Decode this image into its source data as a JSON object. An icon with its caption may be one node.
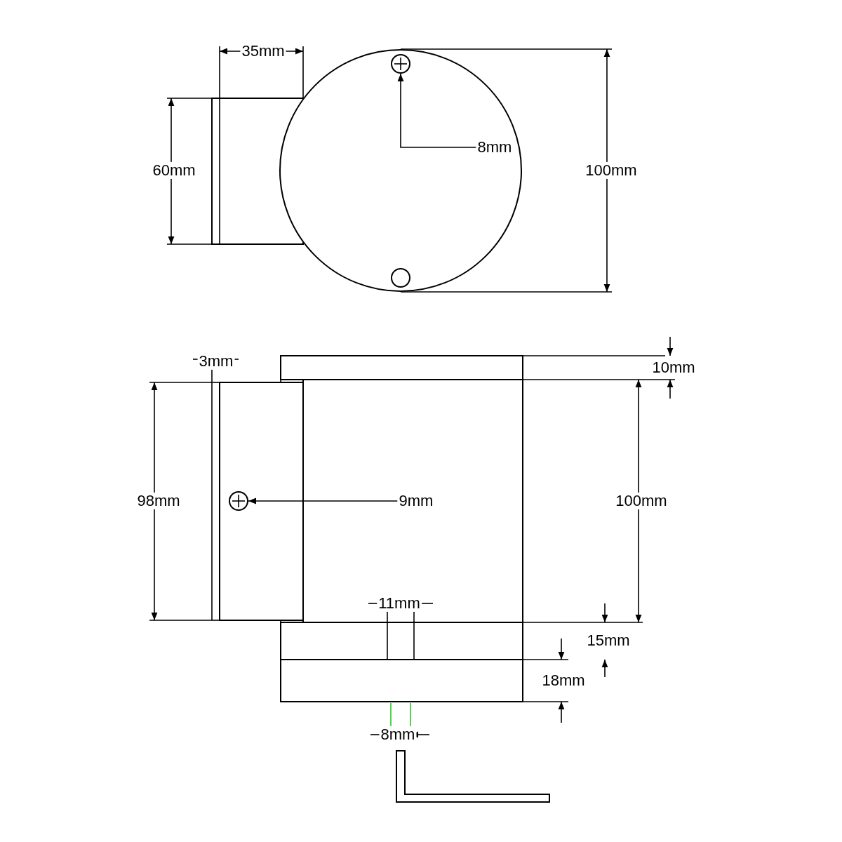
{
  "diagram": {
    "nodes": [
      {
        "text": [
          "8mm"
        ]
      },
      {
        "text": [],
        "shape": "circle"
      },
      {
        "text": [
          "9mm"
        ]
      },
      {
        "text": [],
        "shape": "circle"
      }
    ],
    "edges": [
      {
        "from": 0,
        "to": 1,
        "arrow": "to"
      },
      {
        "from": 2,
        "to": 3,
        "arrow": "to"
      }
    ],
    "labels": [
      "35mm",
      "60mm",
      "100mm",
      "3mm",
      "10mm",
      "98mm",
      "100mm",
      "11mm",
      "15mm",
      "18mm",
      "8mm"
    ]
  }
}
